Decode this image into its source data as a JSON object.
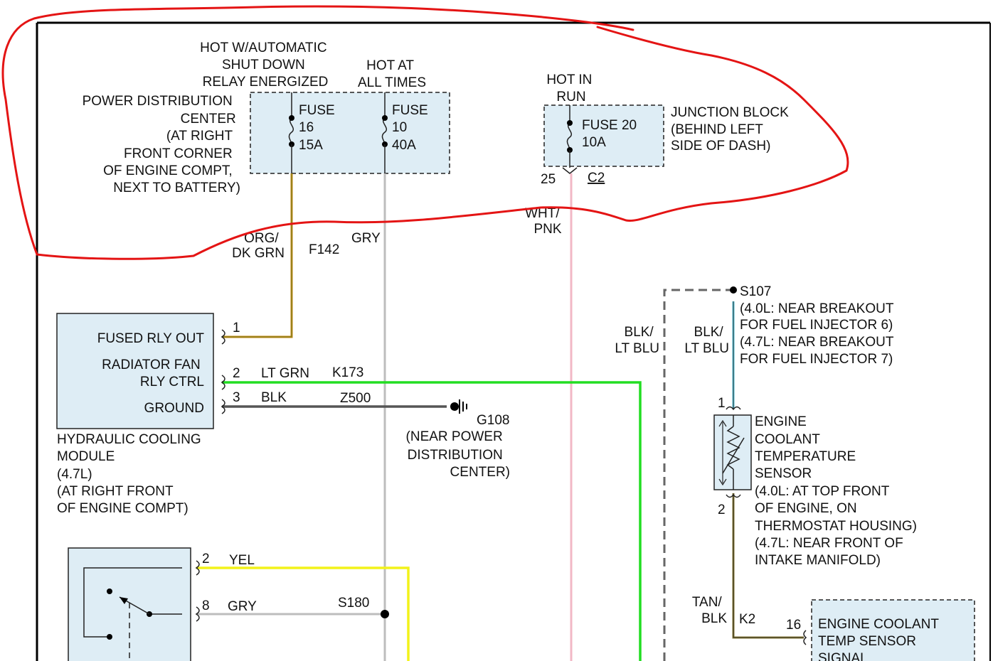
{
  "pdc": {
    "hot_asd": [
      "HOT W/AUTOMATIC",
      "SHUT DOWN",
      "RELAY ENERGIZED"
    ],
    "hot_always": [
      "HOT AT",
      "ALL TIMES"
    ],
    "label": [
      "POWER DISTRIBUTION",
      "CENTER",
      "(AT RIGHT",
      "FRONT CORNER",
      "OF ENGINE COMPT,",
      "NEXT TO BATTERY)"
    ],
    "fuse16": [
      "FUSE",
      "16",
      "15A"
    ],
    "fuse10": [
      "FUSE",
      "10",
      "40A"
    ]
  },
  "junction_block": {
    "hot_run": [
      "HOT IN",
      "RUN"
    ],
    "fuse": [
      "FUSE 20",
      "10A"
    ],
    "label": [
      "JUNCTION BLOCK",
      "(BEHIND LEFT",
      "SIDE OF DASH)"
    ],
    "pin": "25",
    "connector": "C2"
  },
  "wires": {
    "org": [
      "ORG/",
      "DK GRN"
    ],
    "f142": "F142",
    "gry_top": "GRY",
    "wht": [
      "WHT/",
      "PNK"
    ],
    "ltgrn": "LT GRN",
    "k173": "K173",
    "blk": "BLK",
    "z500": "Z500",
    "blk_ltblu_left": [
      "BLK/",
      "LT BLU"
    ],
    "blk_ltblu_right": [
      "BLK/",
      "LT BLU"
    ],
    "yel": "YEL",
    "gry_bottom": "GRY",
    "s180": "S180",
    "tan": [
      "TAN/",
      "BLK"
    ],
    "k2": "K2"
  },
  "module": {
    "pins": {
      "p1": "1",
      "p2": "2",
      "p3": "3"
    },
    "fused": "FUSED RLY OUT",
    "fan": [
      "RADIATOR FAN",
      "RLY CTRL"
    ],
    "ground": "GROUND",
    "label": [
      "HYDRAULIC COOLING",
      "MODULE",
      "(4.7L)",
      "(AT RIGHT FRONT",
      "OF ENGINE COMPT)"
    ]
  },
  "ground_g108": {
    "id": "G108",
    "label": [
      "(NEAR POWER",
      "DISTRIBUTION",
      "CENTER)"
    ]
  },
  "splice_s107": {
    "id": "S107",
    "label": [
      "(4.0L: NEAR BREAKOUT",
      "FOR FUEL INJECTOR 6)",
      "(4.7L: NEAR BREAKOUT",
      "FOR FUEL INJECTOR 7)"
    ]
  },
  "sensor": {
    "pin1": "1",
    "pin2": "2",
    "label": [
      "ENGINE",
      "COOLANT",
      "TEMPERATURE",
      "SENSOR",
      "(4.0L: AT TOP FRONT",
      "OF ENGINE, ON",
      "THERMOSTAT HOUSING)",
      "(4.7L: NEAR FRONT OF",
      "INTAKE MANIFOLD)"
    ]
  },
  "ect_signal": {
    "pin": "16",
    "label": [
      "ENGINE COOLANT",
      "TEMP SENSOR",
      "SIGNAL"
    ]
  },
  "switch": {
    "pin2": "2",
    "pin8": "8"
  },
  "colors": {
    "box_fill": "#deedf5",
    "org": "#c8860a",
    "ltgrn": "#22dd22",
    "yel": "#f2f21a",
    "gry": "#bdbdbd",
    "pnk": "#f2b8c6",
    "ltblu": "#4fc1d8",
    "tan": "#8b7d3a",
    "annotation": "#e41414"
  }
}
